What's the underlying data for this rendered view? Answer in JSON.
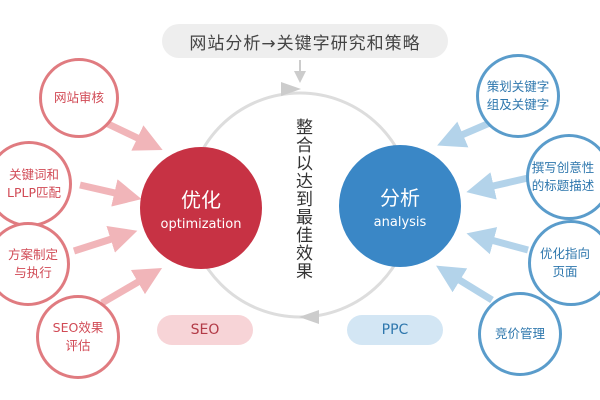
{
  "title": "网站分析→关键字研究和策略",
  "center_text": "整合以达到最佳效果",
  "optimization": {
    "zh": "优化",
    "en": "optimization",
    "tag": "SEO"
  },
  "analysis": {
    "zh": "分析",
    "en": "analysis",
    "tag": "PPC"
  },
  "left_items": [
    {
      "label": "网站审核"
    },
    {
      "label": "关键词和\nLPLP匹配"
    },
    {
      "label": "方案制定\n与执行"
    },
    {
      "label": "SEO效果\n评估"
    }
  ],
  "right_items": [
    {
      "label": "策划关键字\n组及关键字"
    },
    {
      "label": "撰写创意性\n的标题描述"
    },
    {
      "label": "优化指向\n页面"
    },
    {
      "label": "竞价管理"
    }
  ],
  "colors": {
    "red": "#c73244",
    "blue": "#3a87c6",
    "red_light": "#e07b80",
    "blue_light": "#5a9ccb",
    "arrow_red": "#f1b5b9",
    "arrow_blue": "#b3d3ea",
    "ring": "#dddddd"
  }
}
